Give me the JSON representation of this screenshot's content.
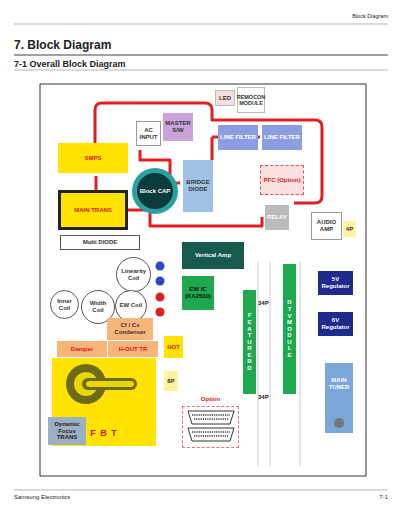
{
  "diagram": {
    "title": "7. Block Diagram",
    "nodes": [
      {
        "text": [
          "LED"
        ]
      },
      {
        "text": [
          "REMOCON MODULE"
        ]
      },
      {
        "text": [
          "AC INPUT"
        ]
      },
      {
        "text": [
          "MASTER S/W"
        ]
      },
      {
        "text": [
          "LINE FILTER"
        ]
      },
      {
        "text": [
          "LINE FILTER"
        ]
      },
      {
        "text": [
          "SMPS"
        ]
      },
      {
        "text": [
          "Block CAP"
        ]
      },
      {
        "text": [
          "BRIDGE DIODE"
        ]
      },
      {
        "text": [
          "PFC (Option)"
        ]
      },
      {
        "text": [
          "MAIN TRANS"
        ]
      },
      {
        "text": [
          "RELAY"
        ]
      },
      {
        "text": [
          "AUDIO AMP"
        ]
      },
      {
        "text": [
          "4P"
        ]
      },
      {
        "text": [
          "Multi DIODE"
        ]
      },
      {
        "text": [
          "Vertical Amp"
        ]
      },
      {
        "text": [
          "Linearity Coil"
        ]
      },
      {
        "text": [
          "5V Regulator"
        ]
      },
      {
        "text": [
          "Inner Coil"
        ]
      },
      {
        "text": [
          "Width Coil"
        ]
      },
      {
        "text": [
          "EW Coil"
        ]
      },
      {
        "text": [
          "EW IC (KA2500)"
        ]
      },
      {
        "text": [
          "6V Regulator"
        ]
      },
      {
        "text": [
          "FEATURE BD"
        ]
      },
      {
        "text": [
          "DTV MODULE"
        ]
      },
      {
        "text": [
          "Cf / Cs Condenser"
        ]
      },
      {
        "text": [
          "Damper"
        ]
      },
      {
        "text": [
          "H-OUT TR"
        ]
      },
      {
        "text": [
          "HOT"
        ]
      },
      {
        "text": [
          "8P"
        ]
      },
      {
        "text": [
          "F B T"
        ]
      },
      {
        "text": [
          "Dynamic Focus TRANS"
        ]
      },
      {
        "text": [
          "MAIN TUNER"
        ]
      },
      {
        "text": [
          "Option"
        ]
      }
    ],
    "labels": [
      "Block Diagram",
      "7-1 Overall Block Diagram",
      "34P",
      "34P",
      "Samsung Electronics",
      "7-1"
    ]
  }
}
